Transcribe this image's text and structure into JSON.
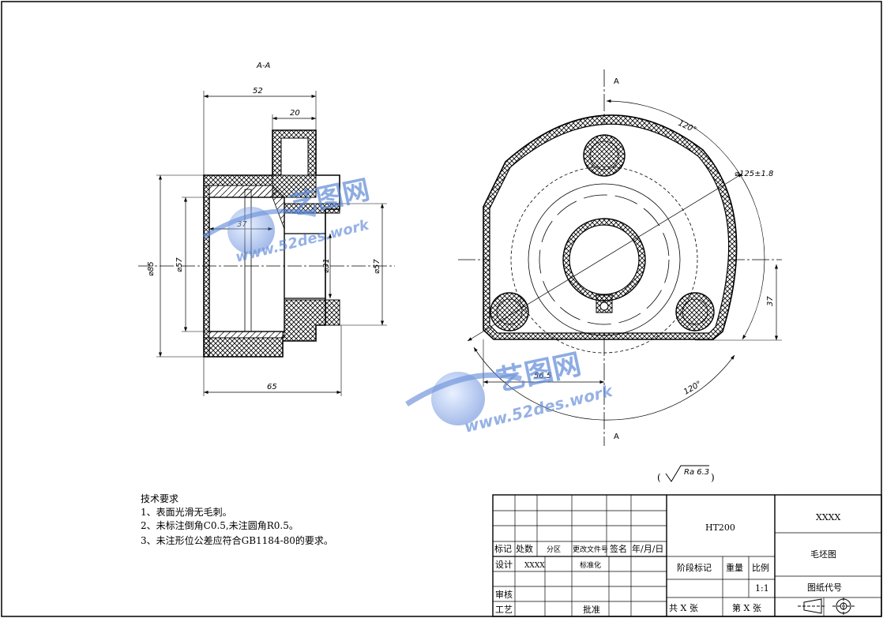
{
  "section_label": "A-A",
  "cut_label_top": "A",
  "cut_label_bottom": "A",
  "dims": {
    "d52": "52",
    "d20": "20",
    "d65": "65",
    "phi85": "⌀85",
    "phi57a": "⌀57",
    "d37a": "37",
    "phi31": "⌀31",
    "phi57b": "⌀57",
    "ang_top": "120°",
    "ang_bottom": "120°",
    "phi125": "⌀125±1.8",
    "d37b": "37",
    "d56": "56.5"
  },
  "roughness": {
    "value": "Ra 6.3",
    "open": "(",
    "close": ")"
  },
  "requirements": {
    "title": "技术要求",
    "items": [
      "1、表面光滑无毛刺。",
      "2、未标注倒角C0.5,未注圆角R0.5。",
      "3、未注形位公差应符合GB1184-80的要求。"
    ]
  },
  "title_block": {
    "material": "HT200",
    "company": "XXXX",
    "drawing_name": "毛坯图",
    "drawing_code": "图纸代号",
    "h_mark": "标记",
    "h_count": "处数",
    "h_zone": "分区",
    "h_doc": "更改文件号",
    "h_sign": "签名",
    "h_date": "年/月/日",
    "r_design": "设计",
    "r_design_name": "XXXX",
    "r_standard": "标准化",
    "r_stage": "阶段标记",
    "r_weight": "重量",
    "r_scale": "比例",
    "scale_val": "1:1",
    "r_check": "审核",
    "r_craft": "工艺",
    "r_approve": "批准",
    "total": "共 X 张",
    "sheet_no": "第 X 张"
  },
  "watermark": {
    "cn": "艺图网",
    "url": "www.52des.work"
  }
}
